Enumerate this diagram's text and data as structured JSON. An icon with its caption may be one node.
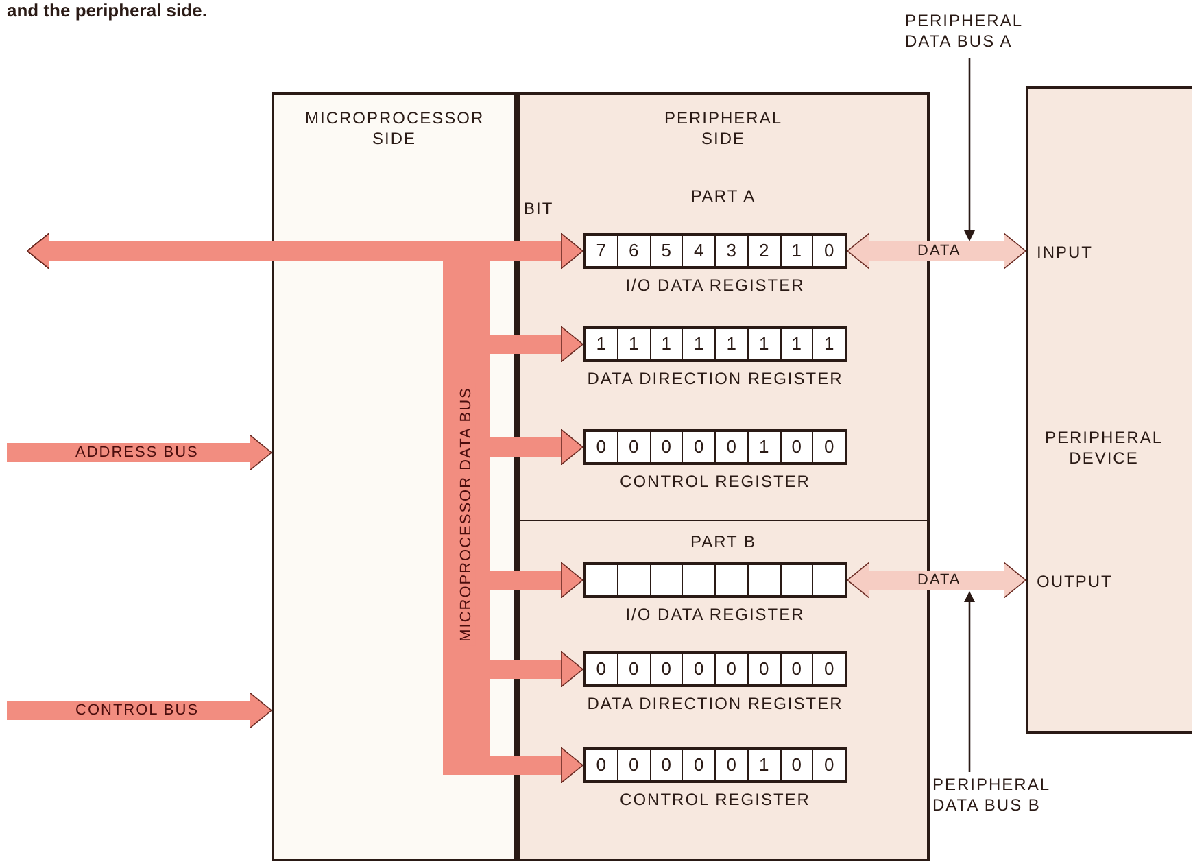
{
  "diagram": {
    "caption": "and the peripheral side.",
    "nodes": [
      {
        "text": [
          "MICROPROCESSOR SIDE"
        ]
      },
      {
        "text": [
          "PERIPHERAL SIDE"
        ]
      },
      {
        "text": [
          "PART A"
        ],
        "in": 1
      },
      {
        "text": [
          "7",
          "6",
          "5",
          "4",
          "3",
          "2",
          "1",
          "0"
        ],
        "in": 2,
        "beside": [
          "I/O DATA REGISTER"
        ]
      },
      {
        "text": [
          "1",
          "1",
          "1",
          "1",
          "1",
          "1",
          "1",
          "1"
        ],
        "in": 2,
        "beside": [
          "DATA DIRECTION REGISTER"
        ]
      },
      {
        "text": [
          "0",
          "0",
          "0",
          "0",
          "0",
          "1",
          "0",
          "0"
        ],
        "in": 2,
        "beside": [
          "CONTROL REGISTER"
        ]
      },
      {
        "text": [
          "PART B"
        ],
        "in": 1
      },
      {
        "text": [],
        "shape": "box",
        "in": 6,
        "beside": [
          "I/O DATA REGISTER"
        ]
      },
      {
        "text": [
          "0",
          "0",
          "0",
          "0",
          "0",
          "0",
          "0",
          "0"
        ],
        "in": 6,
        "beside": [
          "DATA DIRECTION REGISTER"
        ]
      },
      {
        "text": [
          "0",
          "0",
          "0",
          "0",
          "0",
          "1",
          "0",
          "0"
        ],
        "in": 6,
        "beside": [
          "CONTROL REGISTER"
        ]
      },
      {
        "text": [
          "INPUT",
          "PERIPHERAL DEVICE",
          "OUTPUT"
        ]
      },
      {
        "text": [
          "PERIPHERAL DATA BUS A"
        ]
      },
      {
        "text": [
          "PERIPHERAL DATA BUS B"
        ]
      }
    ],
    "edges": [
      {
        "from": null,
        "to": 3,
        "arrow": "both"
      },
      {
        "from": null,
        "to": 4,
        "arrow": "both"
      },
      {
        "from": null,
        "to": 5,
        "arrow": "both"
      },
      {
        "from": null,
        "to": 7,
        "arrow": "both"
      },
      {
        "from": null,
        "to": 8,
        "arrow": "both"
      },
      {
        "from": null,
        "to": 9,
        "arrow": "both",
        "label": "MICROPROCESSOR DATA BUS"
      },
      {
        "from": null,
        "to": 0,
        "arrow": "to",
        "label": "ADDRESS BUS"
      },
      {
        "from": null,
        "to": 0,
        "arrow": "to",
        "label": "CONTROL BUS"
      },
      {
        "from": 3,
        "to": 10,
        "arrow": "both",
        "color": "#f6cdc3",
        "label": "DATA"
      },
      {
        "from": 7,
        "to": 10,
        "arrow": "both",
        "color": "#f6cdc3",
        "label": "DATA"
      },
      {
        "from": 11,
        "to": null,
        "arrow": "to",
        "color": "#2a1a15"
      },
      {
        "from": 12,
        "to": null,
        "arrow": "to",
        "color": "#2a1a15"
      }
    ],
    "labels": [
      "BIT"
    ]
  }
}
